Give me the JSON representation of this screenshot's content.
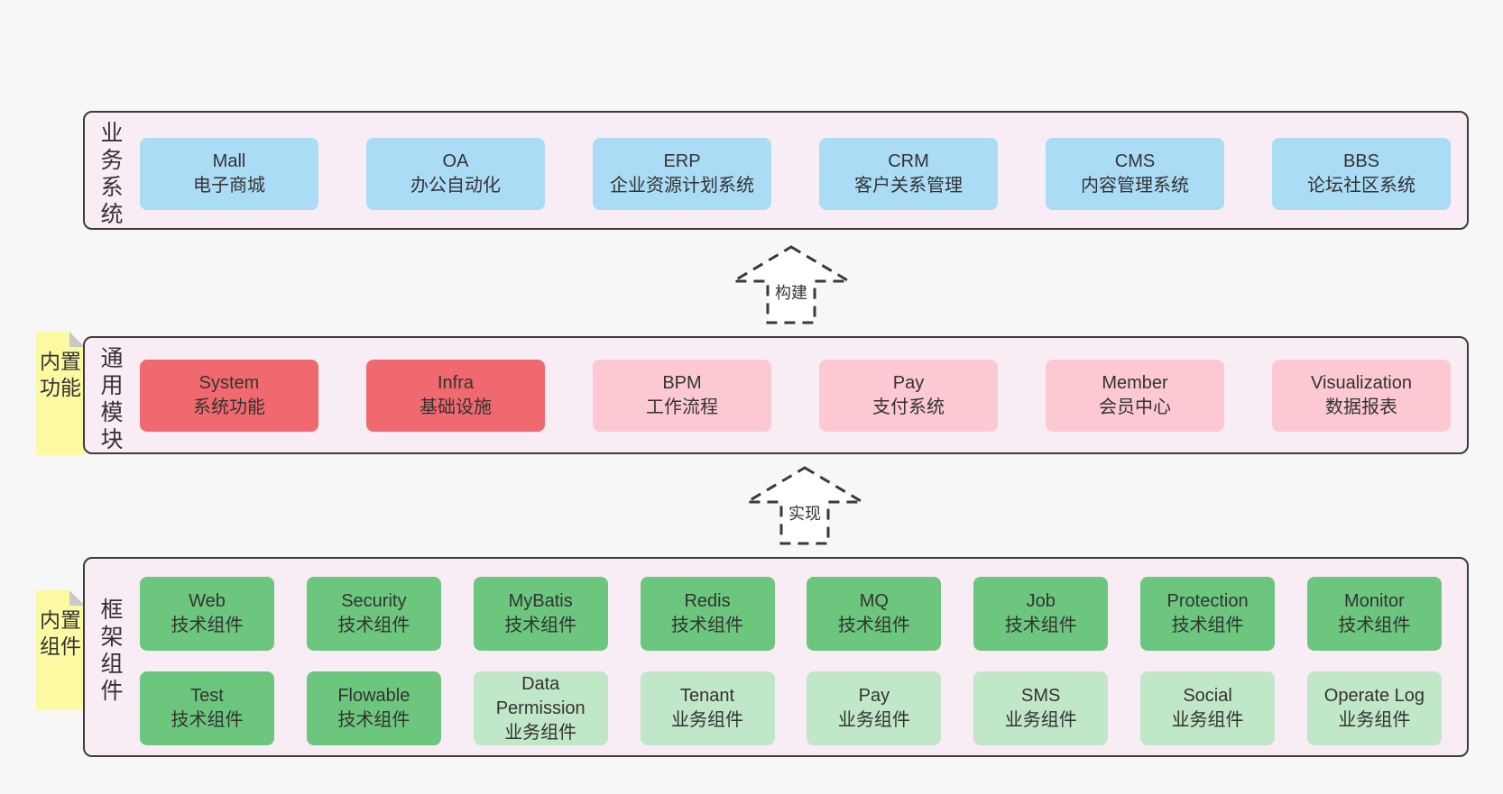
{
  "colors": {
    "page_bg": "#f7f7f7",
    "layer_bg": "#f8edf5",
    "layer_border": "#3c3c3c",
    "box_blue": "#abdcf5",
    "box_red": "#f0696e",
    "box_pink": "#fcc9d3",
    "box_green": "#6cc67e",
    "box_lightgreen": "#c1e7c9",
    "note_yellow": "#fbf9a2",
    "note_fold_gray": "#c9c9c9",
    "text": "#333333"
  },
  "layers": {
    "business": {
      "label": "业务系统",
      "boxes": [
        {
          "title": "Mall",
          "subtitle": "电子商城",
          "variant": "blue"
        },
        {
          "title": "OA",
          "subtitle": "办公自动化",
          "variant": "blue"
        },
        {
          "title": "ERP",
          "subtitle": "企业资源计划系统",
          "variant": "blue"
        },
        {
          "title": "CRM",
          "subtitle": "客户关系管理",
          "variant": "blue"
        },
        {
          "title": "CMS",
          "subtitle": "内容管理系统",
          "variant": "blue"
        },
        {
          "title": "BBS",
          "subtitle": "论坛社区系统",
          "variant": "blue"
        }
      ]
    },
    "modules": {
      "label": "通用模块",
      "note": "内置功能",
      "boxes": [
        {
          "title": "System",
          "subtitle": "系统功能",
          "variant": "red"
        },
        {
          "title": "Infra",
          "subtitle": "基础设施",
          "variant": "red"
        },
        {
          "title": "BPM",
          "subtitle": "工作流程",
          "variant": "pink"
        },
        {
          "title": "Pay",
          "subtitle": "支付系统",
          "variant": "pink"
        },
        {
          "title": "Member",
          "subtitle": "会员中心",
          "variant": "pink"
        },
        {
          "title": "Visualization",
          "subtitle": "数据报表",
          "variant": "pink"
        }
      ]
    },
    "components": {
      "label": "框架组件",
      "note": "内置组件",
      "row1": [
        {
          "title": "Web",
          "subtitle": "技术组件",
          "variant": "green"
        },
        {
          "title": "Security",
          "subtitle": "技术组件",
          "variant": "green"
        },
        {
          "title": "MyBatis",
          "subtitle": "技术组件",
          "variant": "green"
        },
        {
          "title": "Redis",
          "subtitle": "技术组件",
          "variant": "green"
        },
        {
          "title": "MQ",
          "subtitle": "技术组件",
          "variant": "green"
        },
        {
          "title": "Job",
          "subtitle": "技术组件",
          "variant": "green"
        },
        {
          "title": "Protection",
          "subtitle": "技术组件",
          "variant": "green"
        },
        {
          "title": "Monitor",
          "subtitle": "技术组件",
          "variant": "green"
        }
      ],
      "row2": [
        {
          "title": "Test",
          "subtitle": "技术组件",
          "variant": "green"
        },
        {
          "title": "Flowable",
          "subtitle": "技术组件",
          "variant": "green"
        },
        {
          "title": "Data Permission",
          "subtitle": "业务组件",
          "variant": "lightgreen"
        },
        {
          "title": "Tenant",
          "subtitle": "业务组件",
          "variant": "lightgreen"
        },
        {
          "title": "Pay",
          "subtitle": "业务组件",
          "variant": "lightgreen"
        },
        {
          "title": "SMS",
          "subtitle": "业务组件",
          "variant": "lightgreen"
        },
        {
          "title": "Social",
          "subtitle": "业务组件",
          "variant": "lightgreen"
        },
        {
          "title": "Operate Log",
          "subtitle": "业务组件",
          "variant": "lightgreen"
        }
      ]
    }
  },
  "arrows": {
    "build": "构建",
    "implement": "实现"
  }
}
